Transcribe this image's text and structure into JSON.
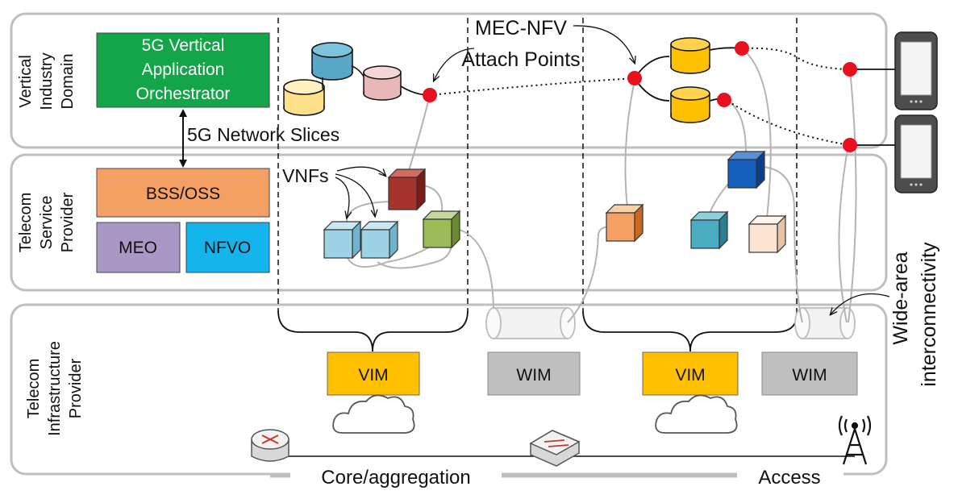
{
  "layers": {
    "vertical": [
      "Vertical",
      "Industry",
      "Domain"
    ],
    "service": [
      "Telecom",
      "Service",
      "Provider"
    ],
    "infra": [
      "Telecom",
      "Infrastructure",
      "Provider"
    ]
  },
  "orchestrator": [
    "5G Vertical",
    "Application",
    "Orchestrator"
  ],
  "slices_label": "5G Network Slices",
  "bss_oss": "BSS/OSS",
  "meo": "MEO",
  "nfvo": "NFVO",
  "vnfs": "VNFs",
  "attach_points": [
    "MEC-NFV",
    "Attach Points"
  ],
  "vim": "VIM",
  "wim": "WIM",
  "wide_area": [
    "Wide-area",
    "interconnectivity"
  ],
  "core": "Core/aggregation",
  "access": "Access",
  "colors": {
    "orchestrator": "#14a54a",
    "bss": "#f4a063",
    "meo": "#a997c4",
    "nfvo": "#14b4ec",
    "vim": "#ffc000",
    "wim": "#bfbfbf",
    "attach": "#e8101e",
    "border": "#bfbfbf"
  }
}
